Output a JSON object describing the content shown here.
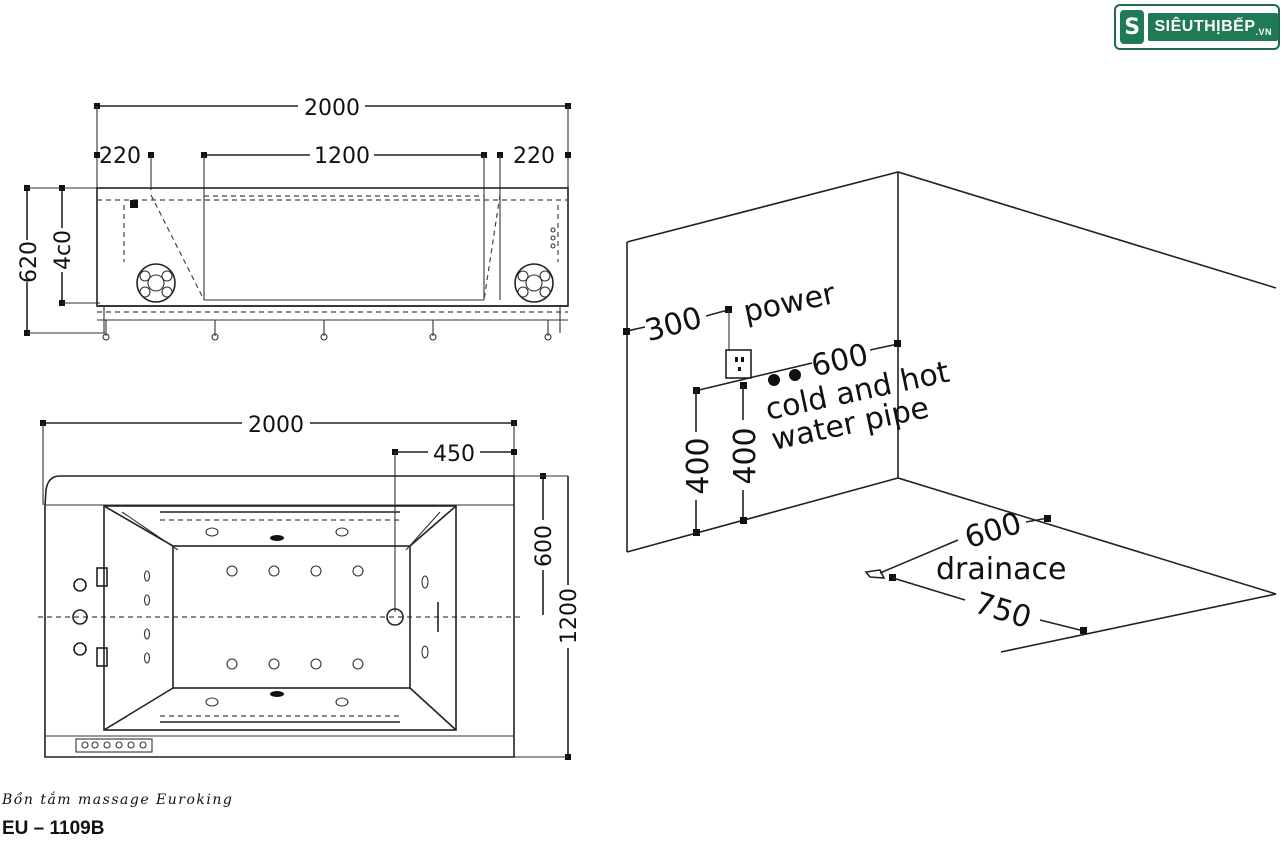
{
  "brand": {
    "mark": "S",
    "name": "SIÊUTHỊBẾP",
    "suffix": ".VN"
  },
  "product": {
    "caption": "Bồn tắm massage Euroking",
    "model": "EU – 1109B"
  },
  "front_view": {
    "total_length": "2000",
    "left_offset": "220",
    "middle_length": "1200",
    "right_offset": "220",
    "total_height": "620",
    "inner_height": "4c0"
  },
  "top_view": {
    "total_length": "2000",
    "drain_offset": "450",
    "half_width": "600",
    "total_width": "1200"
  },
  "installation": {
    "power_height": "300",
    "power_label": "power",
    "pipe_offset": "600",
    "pipe_label_line1": "cold and hot",
    "pipe_label_line2": "water pipe",
    "power_drop": "400",
    "pipe_drop": "400",
    "drain_offset": "600",
    "drain_label": "drainace",
    "drain_length": "750"
  }
}
